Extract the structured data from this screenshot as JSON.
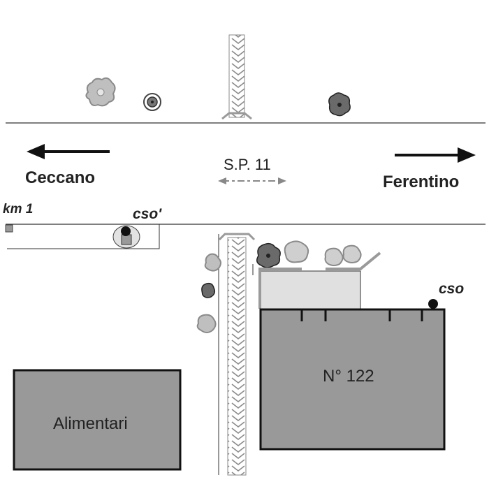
{
  "labels": {
    "west_destination": "Ceccano",
    "east_destination": "Ferentino",
    "road_name": "S.P. 11",
    "km_marker": "km 1",
    "cso_prime": "cso'",
    "cso": "cso",
    "building_number": "N° 122",
    "shop": "Alimentari"
  },
  "colors": {
    "line": "#333333",
    "building_fill": "#999999",
    "courtyard_fill": "#e0e0e0",
    "wall_gray": "#9a9a9a",
    "tree_gray": "#8a8a8a",
    "dot": "#111111"
  },
  "icons": {
    "tree": "shrub-icon",
    "arrow_left": "arrow-left-icon",
    "arrow_right": "arrow-right-icon",
    "double_arrow": "double-arrow-icon",
    "marker": "km-marker-icon",
    "well": "manhole-icon"
  }
}
